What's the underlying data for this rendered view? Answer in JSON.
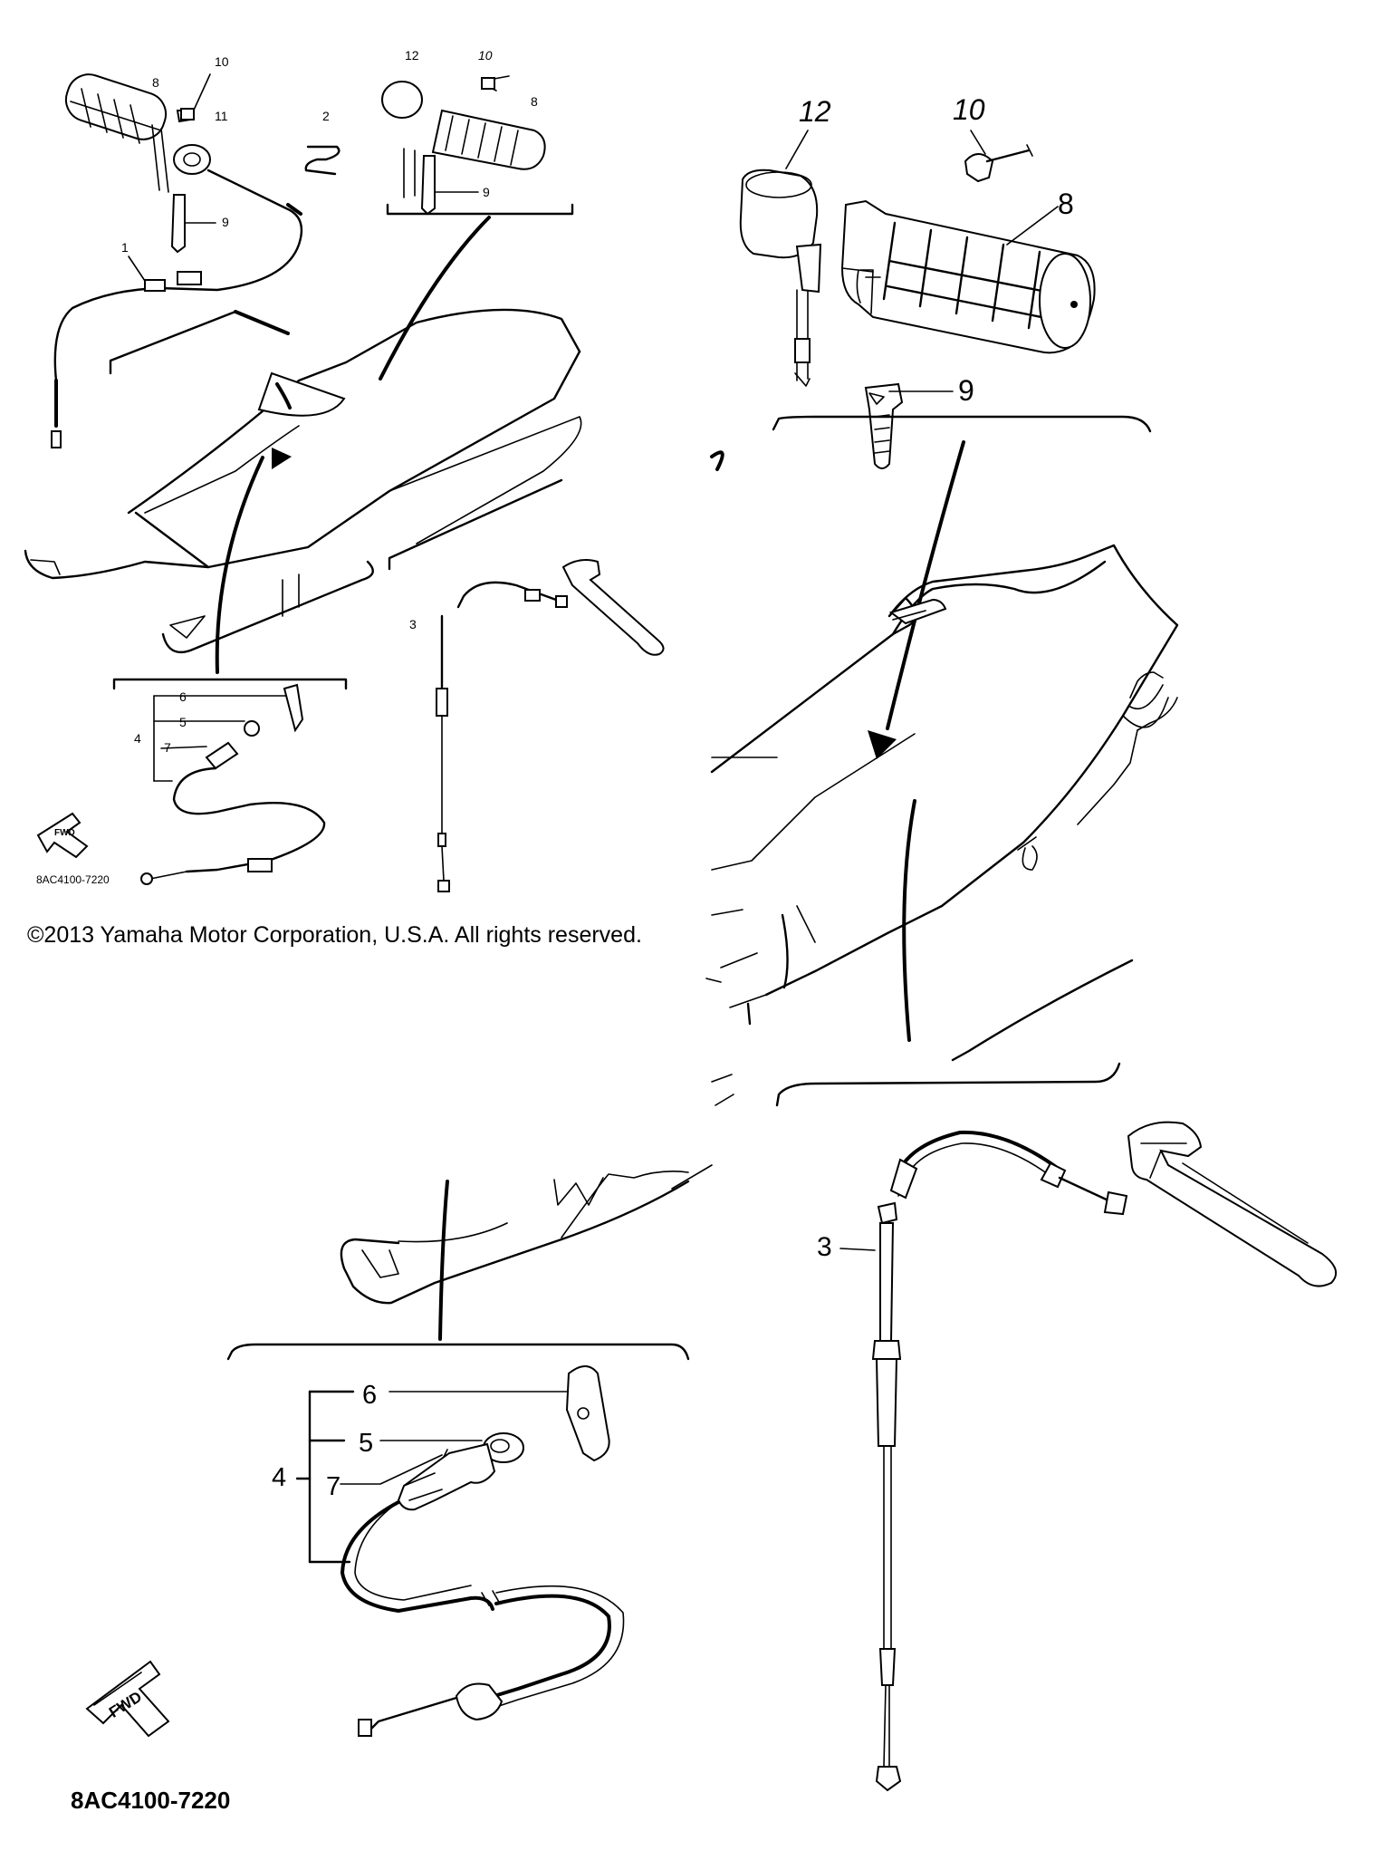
{
  "copyright": "©2013 Yamaha Motor Corporation, U.S.A. All rights reserved.",
  "diagram_code": "8AC4100-7220",
  "fwd_label": "FWD",
  "overview_callouts": {
    "n1": "1",
    "n2": "2",
    "n3": "3",
    "n4": "4",
    "n5": "5",
    "n6": "6",
    "n7": "7",
    "n8a": "8",
    "n8b": "8",
    "n9a": "9",
    "n9b": "9",
    "n10a": "10",
    "n10b": "10",
    "n11": "11",
    "n12": "12"
  },
  "detail_callouts": {
    "n12": "12",
    "n10": "10",
    "n8": "8",
    "n9": "9",
    "n3": "3",
    "n6": "6",
    "n5": "5",
    "n4": "4",
    "n7": "7"
  }
}
